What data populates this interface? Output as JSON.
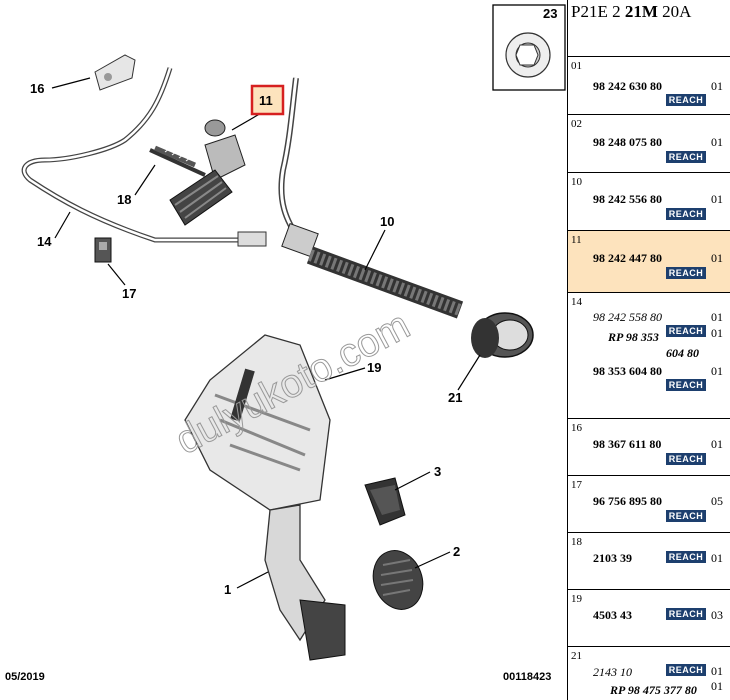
{
  "diagram": {
    "callouts": [
      "1",
      "2",
      "3",
      "10",
      "11",
      "14",
      "16",
      "17",
      "18",
      "19",
      "21",
      "23"
    ],
    "highlighted_callout": "11",
    "watermark": "dulyukoto.com",
    "footer_date": "05/2019",
    "footer_code": "00118423"
  },
  "panel": {
    "title_prefix": "P21E 2 ",
    "title_bold": "21M",
    "title_suffix": " 20A",
    "reach_label": "REACH",
    "rows": [
      {
        "index": "01",
        "part": "98 242 630 80",
        "qty": "01"
      },
      {
        "index": "02",
        "part": "98 248 075 80",
        "qty": "01"
      },
      {
        "index": "10",
        "part": "98 242 556 80",
        "qty": "01"
      },
      {
        "index": "11",
        "part": "98 242 447 80",
        "qty": "01"
      },
      {
        "index": "14",
        "part": "98 242 558 80",
        "qty": "01",
        "rp_prefix": "RP 98 353",
        "rp_suffix": "604 80",
        "qty2": "01",
        "part2": "98 353 604 80",
        "qty3": "01"
      },
      {
        "index": "16",
        "part": "98 367 611 80",
        "qty": "01"
      },
      {
        "index": "17",
        "part": "96 756 895 80",
        "qty": "05"
      },
      {
        "index": "18",
        "part": "2103 39",
        "qty": "01"
      },
      {
        "index": "19",
        "part": "4503 43",
        "qty": "03"
      },
      {
        "index": "21",
        "part": "2143 10",
        "qty": "01",
        "rp": "RP 98 475 377 80",
        "qty2": "01"
      }
    ]
  }
}
